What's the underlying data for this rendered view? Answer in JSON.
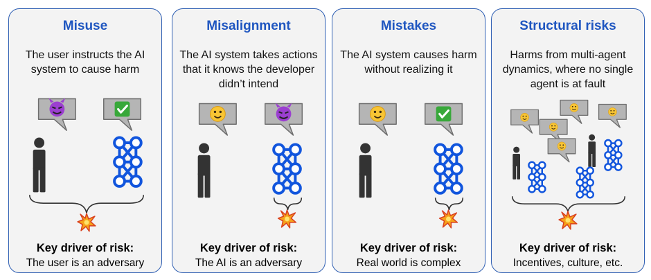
{
  "panels": [
    {
      "title": "Misuse",
      "description": "The user instructs the AI system to cause harm",
      "driver_label": "Key driver of risk:",
      "driver_value": "The user is an adversary",
      "human_bubble": "devil-face-icon",
      "ai_bubble": "check-mark-icon"
    },
    {
      "title": "Misalignment",
      "description": "The AI system takes actions that it knows the developer didn’t intend",
      "driver_label": "Key driver of risk:",
      "driver_value": "The AI is an adversary",
      "human_bubble": "smiley-face-icon",
      "ai_bubble": "devil-face-icon"
    },
    {
      "title": "Mistakes",
      "description": "The AI system causes harm without realizing it",
      "driver_label": "Key driver of risk:",
      "driver_value": "Real world is complex",
      "human_bubble": "smiley-face-icon",
      "ai_bubble": "check-mark-icon"
    },
    {
      "title": "Structural risks",
      "description": "Harms from multi-agent dynamics, where no single agent is at fault",
      "driver_label": "Key driver of risk:",
      "driver_value": "Incentives, culture, etc.",
      "human_bubble": "smiley-face-icon",
      "ai_bubble": "smiley-face-icon"
    }
  ],
  "colors": {
    "accent": "#1f56c0",
    "border": "#2f5fb3",
    "panel_bg": "#f3f3f3",
    "network": "#1155dd",
    "person": "#333333"
  }
}
